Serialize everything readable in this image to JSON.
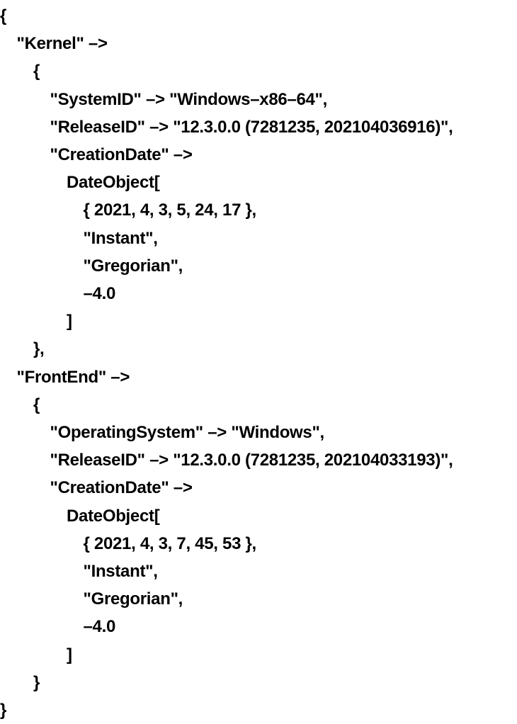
{
  "output": {
    "lines": [
      {
        "indent": 0,
        "text": "{"
      },
      {
        "indent": 1,
        "text": "\"Kernel\" –>"
      },
      {
        "indent": 2,
        "text": "{"
      },
      {
        "indent": 3,
        "text": "\"SystemID\" –> \"Windows–x86–64\","
      },
      {
        "indent": 3,
        "text": "\"ReleaseID\" –> \"12.3.0.0 (7281235, 202104036916)\","
      },
      {
        "indent": 3,
        "text": "\"CreationDate\" –>"
      },
      {
        "indent": 4,
        "text": "DateObject["
      },
      {
        "indent": 5,
        "text": "{ 2021, 4, 3, 5, 24, 17 },"
      },
      {
        "indent": 5,
        "text": "\"Instant\","
      },
      {
        "indent": 5,
        "text": "\"Gregorian\","
      },
      {
        "indent": 5,
        "text": "–4.0"
      },
      {
        "indent": 4,
        "text": "]"
      },
      {
        "indent": 2,
        "text": "},"
      },
      {
        "indent": 1,
        "text": "\"FrontEnd\" –>"
      },
      {
        "indent": 2,
        "text": "{"
      },
      {
        "indent": 3,
        "text": "\"OperatingSystem\" –> \"Windows\","
      },
      {
        "indent": 3,
        "text": "\"ReleaseID\" –> \"12.3.0.0 (7281235, 202104033193)\","
      },
      {
        "indent": 3,
        "text": "\"CreationDate\" –>"
      },
      {
        "indent": 4,
        "text": "DateObject["
      },
      {
        "indent": 5,
        "text": "{ 2021, 4, 3, 7, 45, 53 },"
      },
      {
        "indent": 5,
        "text": "\"Instant\","
      },
      {
        "indent": 5,
        "text": "\"Gregorian\","
      },
      {
        "indent": 5,
        "text": "–4.0"
      },
      {
        "indent": 4,
        "text": "]"
      },
      {
        "indent": 2,
        "text": "}"
      },
      {
        "indent": 0,
        "text": "}"
      }
    ]
  }
}
